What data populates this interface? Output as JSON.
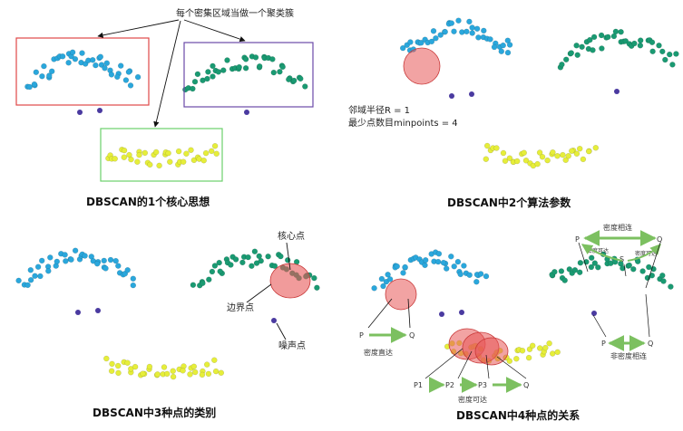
{
  "panels": {
    "top_left": {
      "caption": "DBSCAN的1个核心思想",
      "annotation": "每个密集区域当做一个聚类簇"
    },
    "top_right": {
      "caption": "DBSCAN中2个算法参数",
      "param_radius": "邻域半径R = 1",
      "param_minpoints": "最少点数目minpoints = 4"
    },
    "bottom_left": {
      "caption": "DBSCAN中3种点的类别",
      "core_label": "核心点",
      "border_label": "边界点",
      "noise_label": "噪声点"
    },
    "bottom_right": {
      "caption": "DBSCAN中4种点的关系",
      "p_label": "P",
      "q_label": "Q",
      "direct_label": "密度直达",
      "p1": "P1",
      "p2": "P2",
      "p3": "P3",
      "q2": "Q",
      "reachable_label": "密度可达",
      "connected_top": "密度相连",
      "p_top": "P",
      "q_top": "Q",
      "s_label": "S",
      "reach_small_1": "密度可达",
      "reach_small_2": "密度可达",
      "p_bottom": "P",
      "q_bottom": "Q",
      "not_connected": "非密度相连"
    }
  },
  "colors": {
    "blue": "#2aa7dc",
    "green": "#1a9a72",
    "yellow": "#e6ee3a",
    "noise": "#4a3aa0",
    "red_box": "#e04848",
    "purple_box": "#6a4aa8",
    "green_box": "#6ad06a",
    "red_circle": "#e85858",
    "arrow_green": "#7cc060"
  }
}
